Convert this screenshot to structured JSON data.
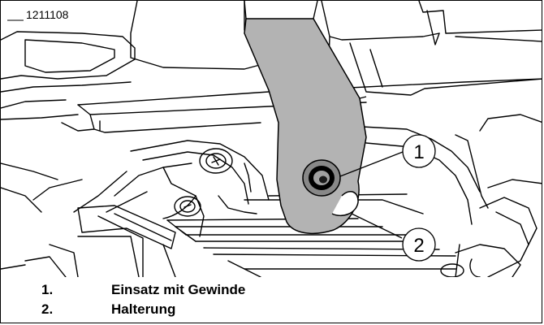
{
  "figure": {
    "id": "1211108",
    "callouts": [
      "1",
      "2"
    ]
  },
  "legend": [
    {
      "number": "1.",
      "text": "Einsatz mit Gewinde"
    },
    {
      "number": "2.",
      "text": "Halterung"
    }
  ],
  "colors": {
    "bracket_fill": "#b3b3b3",
    "line": "#000000",
    "background": "#ffffff"
  }
}
